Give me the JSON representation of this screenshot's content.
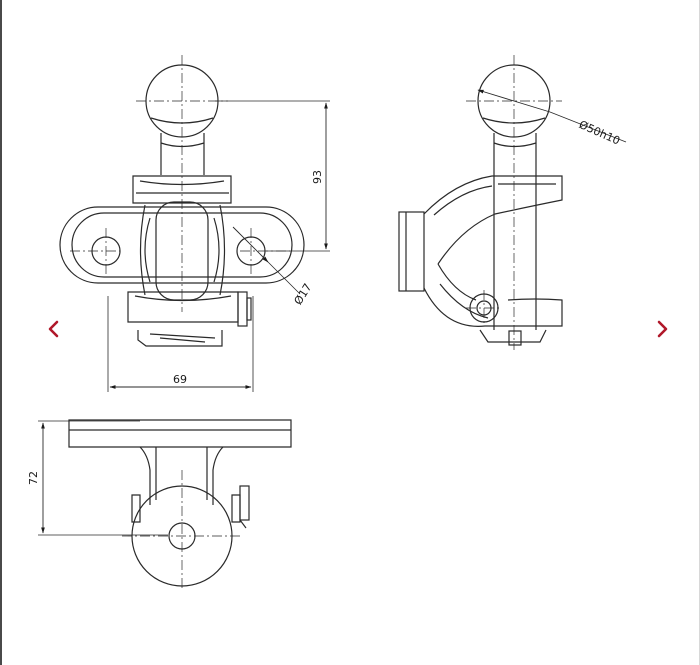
{
  "viewer": {
    "accent_color": "#b0182a",
    "prev_icon": "chevron-left-icon",
    "next_icon": "chevron-right-icon"
  },
  "drawing": {
    "dimensions": {
      "height_93": "93",
      "hole_dia": "Ø17",
      "width_69": "69",
      "ball_dia": "Ø50h10",
      "height_72": "72"
    }
  }
}
